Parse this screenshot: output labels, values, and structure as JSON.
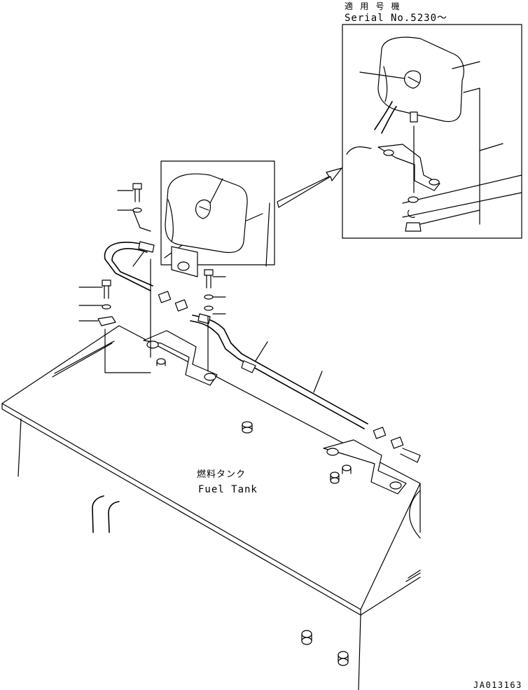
{
  "inset": {
    "applicable_jp": "適 用 号 機",
    "serial": "Serial No.5230～"
  },
  "tank": {
    "label_jp": "燃料タンク",
    "label_en": "Fuel Tank"
  },
  "drawing_code": "JA013163",
  "icons": [
    "fuel-tank",
    "reserve-tank",
    "bracket",
    "bolt",
    "washer",
    "nut",
    "hose",
    "clamp",
    "arrow"
  ]
}
